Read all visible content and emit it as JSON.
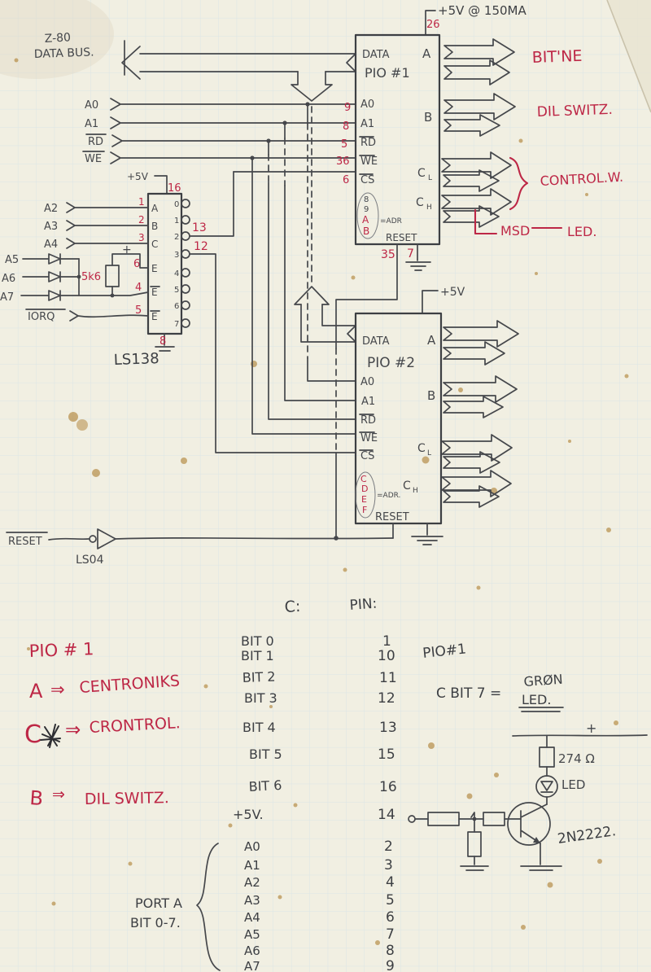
{
  "colors": {
    "paper": "#f1efe2",
    "grid": "#cfdfe9",
    "pencil": "#45474b",
    "red": "#bd2746"
  },
  "header": {
    "bus1": "Z-80",
    "bus2": "DATA BUS.",
    "vcc": "+5V @ 150MA",
    "vcc_pin": "26"
  },
  "pio1": {
    "name": "PIO #1",
    "data_label": "DATA",
    "port_a": "A",
    "port_b": "B",
    "port_c": "C",
    "sub_l": "L",
    "sub_h": "H",
    "in_a0": "A0",
    "in_a1": "A1",
    "in_rd": "RD",
    "in_we": "WE",
    "in_cs": "CS",
    "pin_a0": "9",
    "pin_a1": "8",
    "pin_rd": "5",
    "pin_we": "36",
    "pin_cs": "6",
    "adr1": "8",
    "adr2": "9",
    "adr3": "A",
    "adr4": "B",
    "adr_eq": "=ADR",
    "reset_label": "RESET",
    "pin_reset": "35",
    "pin_gnd": "7"
  },
  "pio1_out": {
    "a": "BIT'NE",
    "b": "DIL SWITZ.",
    "c": "CONTROL.W.",
    "msd": "MSD",
    "led": "LED."
  },
  "ls138": {
    "name": "LS138",
    "vcc": "+5V",
    "pin_vcc": "16",
    "a2": "A2",
    "a3": "A3",
    "a4": "A4",
    "a5": "A5",
    "a6": "A6",
    "a7": "A7",
    "iorq": "IORQ",
    "in_a": "A",
    "in_b": "B",
    "in_c": "C",
    "en1": "E",
    "en2": "E",
    "en3": "E",
    "plus": "+",
    "pullup": "5k6",
    "pin_a": "1",
    "pin_b": "2",
    "pin_c": "3",
    "pin_en1": "6",
    "pin_en2": "4",
    "pin_en3": "5",
    "pin_out2": "13",
    "pin_out3": "12",
    "pin_gnd": "8",
    "outs": [
      "0",
      "1",
      "2",
      "3",
      "4",
      "5",
      "6",
      "7"
    ]
  },
  "pio2": {
    "name": "PIO #2",
    "vcc": "+5V",
    "data_label": "DATA",
    "port_a": "A",
    "port_b": "B",
    "port_c": "C",
    "sub_l": "L",
    "sub_h": "H",
    "in_a0": "A0",
    "in_a1": "A1",
    "in_rd": "RD",
    "in_we": "WE",
    "in_cs": "CS",
    "adr1": "C",
    "adr2": "D",
    "adr3": "E",
    "adr4": "F",
    "adr_eq": "=ADR.",
    "reset_label": "RESET"
  },
  "reset": {
    "label": "RESET",
    "gate": "LS04"
  },
  "table": {
    "col_c": "C:",
    "col_pin": "PIN:",
    "rows": [
      {
        "c": "BIT 0",
        "pin": "1"
      },
      {
        "c": "BIT 1",
        "pin": "10"
      },
      {
        "c": "BIT 2",
        "pin": "11"
      },
      {
        "c": "BIT 3",
        "pin": "12"
      },
      {
        "c": "BIT 4",
        "pin": "13"
      },
      {
        "c": "BIT 5",
        "pin": "15"
      },
      {
        "c": "BIT 6",
        "pin": "16"
      },
      {
        "c": "+5V.",
        "pin": "14"
      },
      {
        "c": "A0",
        "pin": "2"
      },
      {
        "c": "A1",
        "pin": "3"
      },
      {
        "c": "A2",
        "pin": "4"
      },
      {
        "c": "A3",
        "pin": "5"
      },
      {
        "c": "A4",
        "pin": "6"
      },
      {
        "c": "A5",
        "pin": "7"
      },
      {
        "c": "A6",
        "pin": "8"
      },
      {
        "c": "A7",
        "pin": "9"
      }
    ],
    "porta1": "PORT A",
    "porta2": "BIT 0-7."
  },
  "notes": {
    "title": "PIO # 1",
    "a": "A",
    "arr": "⇒",
    "a_val": "CENTRONIKS",
    "c": "C",
    "c_val": "CRONTROL.",
    "b": "B",
    "b_val": "DIL SWITZ.",
    "r_title": "PIO#1",
    "r_line": "C BIT 7 =",
    "r_gron": "GRØN",
    "r_led": "LED."
  },
  "led_circuit": {
    "plus": "+",
    "res": "274 Ω",
    "led": "LED",
    "npn": "2N2222."
  }
}
